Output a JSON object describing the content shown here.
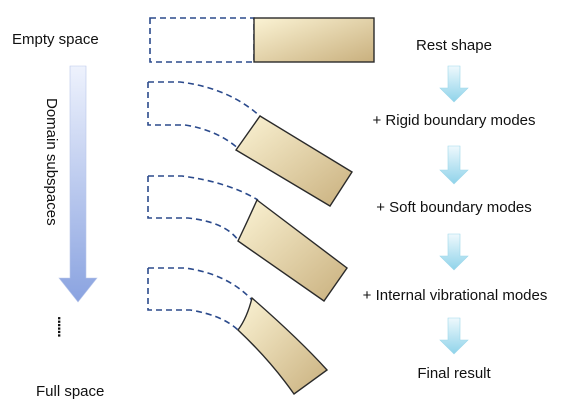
{
  "left_axis": {
    "top_label": "Empty space",
    "side_label": "Domain subspaces",
    "ellipsis": "......",
    "bottom_label": "Full space"
  },
  "steps": [
    "Rest shape",
    "+ Rigid boundary modes",
    "+ Soft boundary modes",
    "+ Internal vibrational modes",
    "Final result"
  ],
  "colors": {
    "outline_dashed": "#2b4a8c",
    "shape_fill_light": "#fbf3d4",
    "shape_fill_dark": "#cdb583",
    "shape_stroke": "#2a2a2a",
    "arrow_fill_light": "#e6f7fc",
    "arrow_fill_dark": "#8fd3ea",
    "axis_arrow_light": "#e8eefc",
    "axis_arrow_dark": "#8fa7e2"
  },
  "icons": {
    "down_arrow": "down-arrow-icon",
    "axis_arrow": "axis-arrow-icon"
  }
}
